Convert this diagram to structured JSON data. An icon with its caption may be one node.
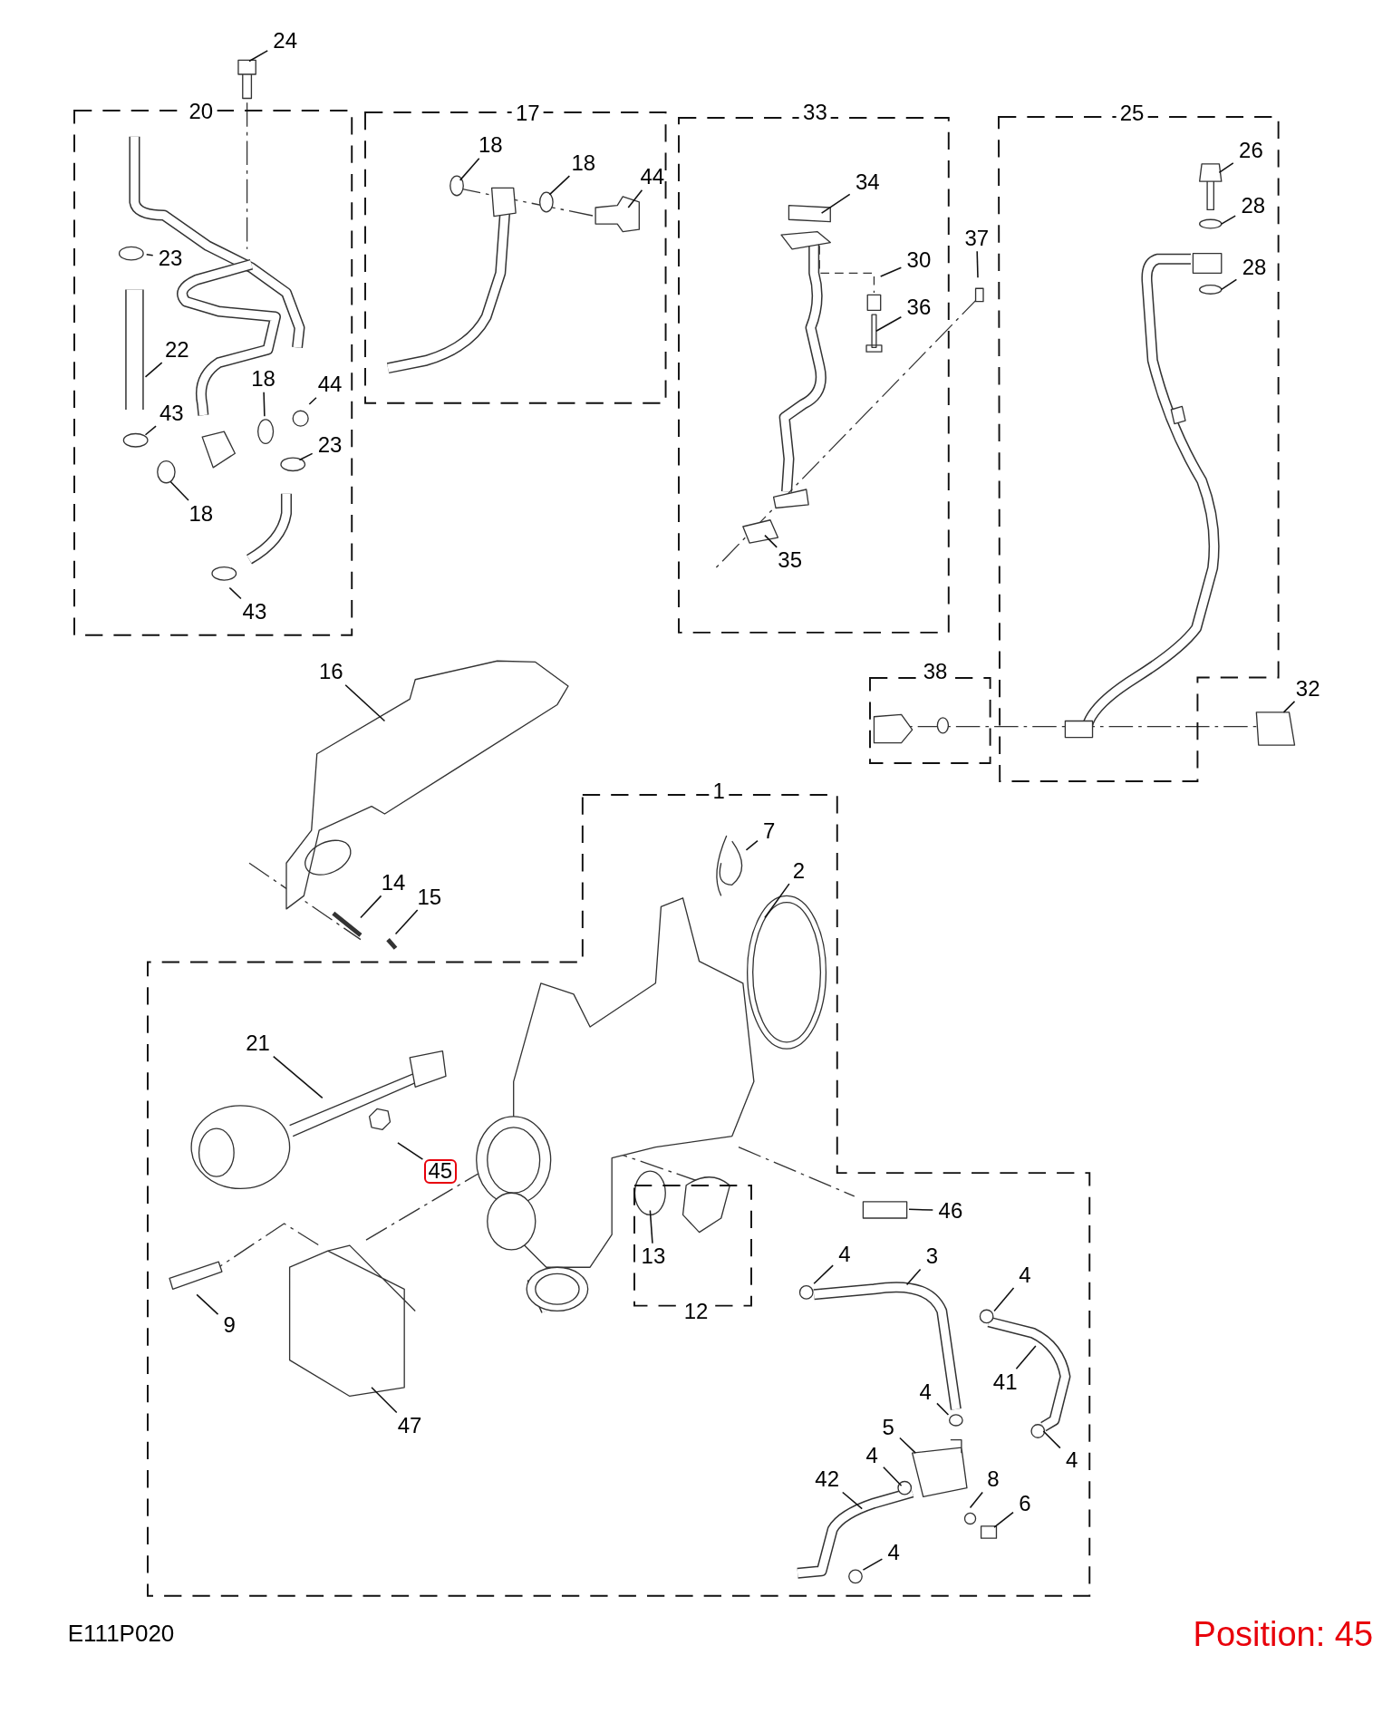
{
  "diagram": {
    "nodes": [
      {
        "text": [
          "24"
        ]
      },
      {
        "text": [
          "20"
        ]
      },
      {
        "text": [
          "23"
        ],
        "in": 1
      },
      {
        "text": [
          "22"
        ],
        "in": 1
      },
      {
        "text": [
          "43"
        ],
        "in": 1
      },
      {
        "text": [
          "18"
        ],
        "in": 1
      },
      {
        "text": [
          "44"
        ],
        "in": 1
      },
      {
        "text": [
          "23"
        ],
        "in": 1
      },
      {
        "text": [
          "18"
        ],
        "in": 1
      },
      {
        "text": [
          "43"
        ],
        "in": 1
      },
      {
        "text": [
          "17"
        ]
      },
      {
        "text": [
          "18"
        ],
        "in": 10
      },
      {
        "text": [
          "18"
        ],
        "in": 10
      },
      {
        "text": [
          "44"
        ],
        "in": 10
      },
      {
        "text": [
          "33"
        ]
      },
      {
        "text": [
          "34"
        ],
        "in": 14
      },
      {
        "text": [
          "30"
        ],
        "in": 14
      },
      {
        "text": [
          "36"
        ],
        "in": 14
      },
      {
        "text": [
          "35"
        ],
        "in": 14
      },
      {
        "text": [
          "37"
        ]
      },
      {
        "text": [
          "25"
        ]
      },
      {
        "text": [
          "26"
        ],
        "in": 20
      },
      {
        "text": [
          "28"
        ],
        "in": 20
      },
      {
        "text": [
          "28"
        ],
        "in": 20
      },
      {
        "text": [
          "16"
        ]
      },
      {
        "text": [
          "38"
        ]
      },
      {
        "text": [
          "32"
        ]
      },
      {
        "text": [
          "1"
        ]
      },
      {
        "text": [
          "7"
        ],
        "in": 27
      },
      {
        "text": [
          "2"
        ],
        "in": 27
      },
      {
        "text": [
          "14"
        ]
      },
      {
        "text": [
          "15"
        ]
      },
      {
        "text": [
          "21"
        ],
        "in": 27
      },
      {
        "text": [
          "45"
        ],
        "in": 27
      },
      {
        "text": [
          "46"
        ],
        "in": 27
      },
      {
        "text": [
          "12"
        ],
        "in": 27
      },
      {
        "text": [
          "13"
        ],
        "in": 35
      },
      {
        "text": [
          "9"
        ],
        "in": 27
      },
      {
        "text": [
          "47"
        ],
        "in": 27
      },
      {
        "text": [
          "4"
        ],
        "in": 27
      },
      {
        "text": [
          "3"
        ],
        "in": 27
      },
      {
        "text": [
          "4"
        ],
        "in": 27
      },
      {
        "text": [
          "41"
        ],
        "in": 27
      },
      {
        "text": [
          "4"
        ],
        "in": 27
      },
      {
        "text": [
          "4"
        ],
        "in": 27
      },
      {
        "text": [
          "5"
        ],
        "in": 27
      },
      {
        "text": [
          "42"
        ],
        "in": 27
      },
      {
        "text": [
          "4"
        ],
        "in": 27
      },
      {
        "text": [
          "8"
        ],
        "in": 27
      },
      {
        "text": [
          "6"
        ],
        "in": 27
      },
      {
        "text": [
          "4"
        ],
        "in": 27
      }
    ],
    "edges": [
      {
        "from": 0,
        "to": null,
        "arrow": "none"
      },
      {
        "from": 2,
        "to": null,
        "arrow": "none"
      },
      {
        "from": 3,
        "to": null,
        "arrow": "none"
      },
      {
        "from": 4,
        "to": null,
        "arrow": "none"
      },
      {
        "from": 5,
        "to": null,
        "arrow": "none"
      },
      {
        "from": 6,
        "to": null,
        "arrow": "none"
      },
      {
        "from": 7,
        "to": null,
        "arrow": "none"
      },
      {
        "from": 8,
        "to": null,
        "arrow": "none"
      },
      {
        "from": 9,
        "to": null,
        "arrow": "none"
      },
      {
        "from": 11,
        "to": null,
        "arrow": "none"
      },
      {
        "from": 12,
        "to": null,
        "arrow": "none"
      },
      {
        "from": 13,
        "to": null,
        "arrow": "none"
      },
      {
        "from": 15,
        "to": null,
        "arrow": "none"
      },
      {
        "from": 16,
        "to": null,
        "arrow": "none"
      },
      {
        "from": 17,
        "to": null,
        "arrow": "none"
      },
      {
        "from": 18,
        "to": null,
        "arrow": "none"
      },
      {
        "from": 19,
        "to": null,
        "arrow": "none"
      },
      {
        "from": 21,
        "to": null,
        "arrow": "none"
      },
      {
        "from": 22,
        "to": null,
        "arrow": "none"
      },
      {
        "from": 23,
        "to": null,
        "arrow": "none"
      },
      {
        "from": 24,
        "to": null,
        "arrow": "none"
      },
      {
        "from": 26,
        "to": null,
        "arrow": "none"
      },
      {
        "from": 28,
        "to": null,
        "arrow": "none"
      },
      {
        "from": 29,
        "to": null,
        "arrow": "none"
      },
      {
        "from": 30,
        "to": null,
        "arrow": "none"
      },
      {
        "from": 31,
        "to": null,
        "arrow": "none"
      },
      {
        "from": 32,
        "to": null,
        "arrow": "none"
      },
      {
        "from": 33,
        "to": null,
        "arrow": "none"
      },
      {
        "from": 34,
        "to": null,
        "arrow": "none"
      },
      {
        "from": 36,
        "to": null,
        "arrow": "none"
      },
      {
        "from": 37,
        "to": null,
        "arrow": "none"
      },
      {
        "from": 38,
        "to": null,
        "arrow": "none"
      },
      {
        "from": 39,
        "to": null,
        "arrow": "none"
      },
      {
        "from": 40,
        "to": null,
        "arrow": "none"
      },
      {
        "from": 41,
        "to": null,
        "arrow": "none"
      },
      {
        "from": 42,
        "to": null,
        "arrow": "none"
      },
      {
        "from": 43,
        "to": null,
        "arrow": "none"
      },
      {
        "from": 44,
        "to": null,
        "arrow": "none"
      },
      {
        "from": 45,
        "to": null,
        "arrow": "none"
      },
      {
        "from": 46,
        "to": null,
        "arrow": "none"
      },
      {
        "from": 47,
        "to": null,
        "arrow": "none"
      },
      {
        "from": 48,
        "to": null,
        "arrow": "none"
      },
      {
        "from": 49,
        "to": null,
        "arrow": "none"
      },
      {
        "from": 50,
        "to": null,
        "arrow": "none"
      }
    ],
    "labels": [
      "E111P020",
      "Position: 45"
    ]
  }
}
